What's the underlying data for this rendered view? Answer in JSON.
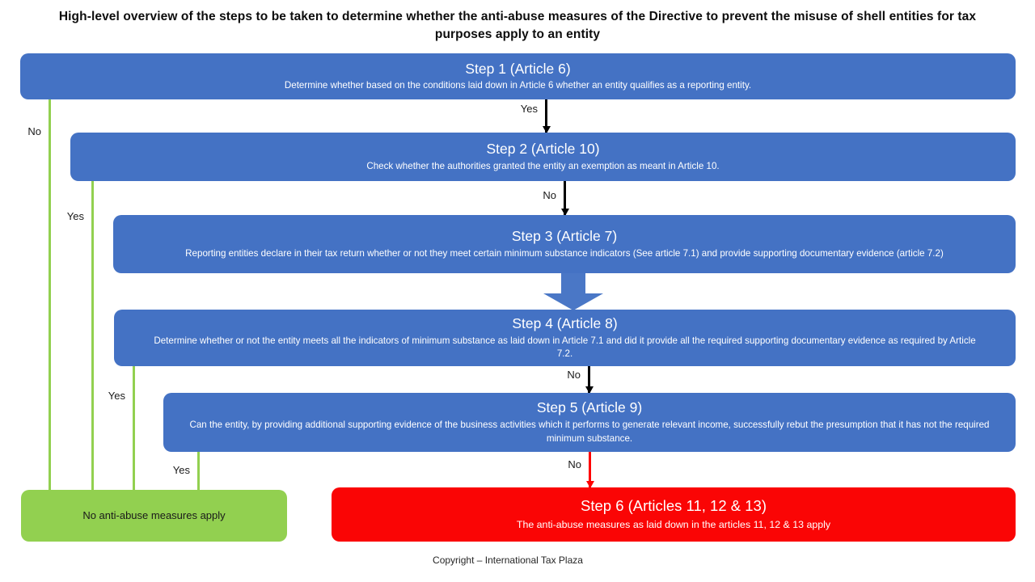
{
  "title": "High-level overview of the steps to be taken to determine whether the anti-abuse measures of the Directive to prevent the misuse of shell entities for tax purposes apply to an entity",
  "footer": "Copyright – International Tax Plaza",
  "colors": {
    "step_blue": "#4472c4",
    "outcome_green": "#92d050",
    "outcome_red": "#fa0505",
    "arrow_green": "#92d050",
    "arrow_black": "#000000",
    "arrow_red": "#ff0000"
  },
  "steps": [
    {
      "id": "step1",
      "heading": "Step 1 (Article 6)",
      "body": "Determine whether based on the conditions laid down in Article 6 whether an entity qualifies as a reporting entity."
    },
    {
      "id": "step2",
      "heading": "Step 2 (Article 10)",
      "body": "Check whether the authorities granted the entity an exemption as meant in Article 10."
    },
    {
      "id": "step3",
      "heading": "Step 3 (Article 7)",
      "body": "Reporting entities declare in their tax return whether or not they meet certain minimum substance indicators (See article 7.1) and provide supporting documentary evidence (article 7.2)"
    },
    {
      "id": "step4",
      "heading": "Step 4 (Article 8)",
      "body": "Determine whether or not the entity meets all the indicators of minimum substance as laid down in Article 7.1 and did it provide all the required supporting documentary evidence as required by Article 7.2."
    },
    {
      "id": "step5",
      "heading": "Step 5 (Article 9)",
      "body": "Can the entity, by providing additional supporting evidence of the business activities which it performs to generate relevant income,  successfully rebut the presumption that it has not the required minimum substance."
    }
  ],
  "outcomes": {
    "green": {
      "body": "No anti-abuse measures apply"
    },
    "red": {
      "heading": "Step 6  (Articles 11, 12 & 13)",
      "body": "The anti-abuse measures as laid down in the articles 11, 12 & 13 apply"
    }
  },
  "connectors": [
    {
      "name": "step1-no-to-green",
      "label": "No",
      "color": "green"
    },
    {
      "name": "step2-yes-to-green",
      "label": "Yes",
      "color": "green"
    },
    {
      "name": "step4-yes-to-green",
      "label": "Yes",
      "color": "green"
    },
    {
      "name": "step5-yes-to-green",
      "label": "Yes",
      "color": "green"
    },
    {
      "name": "step1-yes-to-step2",
      "label": "Yes",
      "color": "black"
    },
    {
      "name": "step2-no-to-step3",
      "label": "No",
      "color": "black"
    },
    {
      "name": "step4-no-to-step5",
      "label": "No",
      "color": "black"
    },
    {
      "name": "step5-no-to-step6",
      "label": "No",
      "color": "red"
    },
    {
      "name": "step3-to-step4",
      "label": "",
      "color": "blue-block"
    }
  ]
}
